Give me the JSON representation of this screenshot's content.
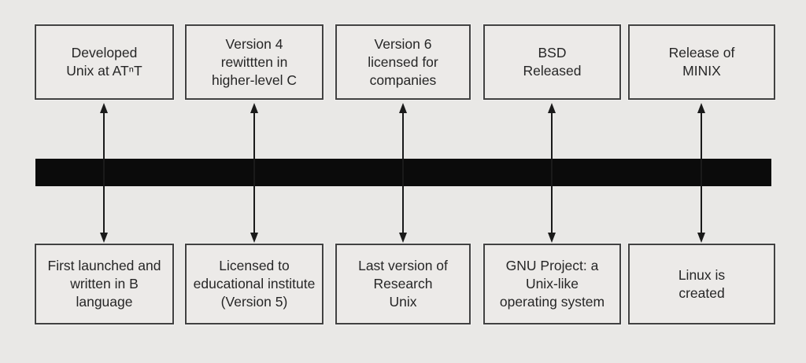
{
  "diagram": {
    "description": "Unix history timeline diagram",
    "columns": [
      {
        "top": "Developed\nUnix at ATⁿT",
        "bottom": "First launched and\nwritten in B\nlanguage"
      },
      {
        "top": "Version 4\nrewittten in\nhigher-level C",
        "bottom": "Licensed to\neducational institute\n(Version 5)"
      },
      {
        "top": "Version 6\nlicensed for\ncompanies",
        "bottom": "Last version of\nResearch\nUnix"
      },
      {
        "top": "BSD\nReleased",
        "bottom": "GNU Project: a\nUnix-like\noperating system"
      },
      {
        "top": "Release of\nMINIX",
        "bottom": "Linux is\ncreated"
      }
    ],
    "colors": {
      "background": "#e9e8e6",
      "box_fill": "#eceae8",
      "box_border": "#414141",
      "timeline_bar": "#0b0b0b",
      "text": "#262626",
      "arrow": "#1a1a1a"
    }
  }
}
